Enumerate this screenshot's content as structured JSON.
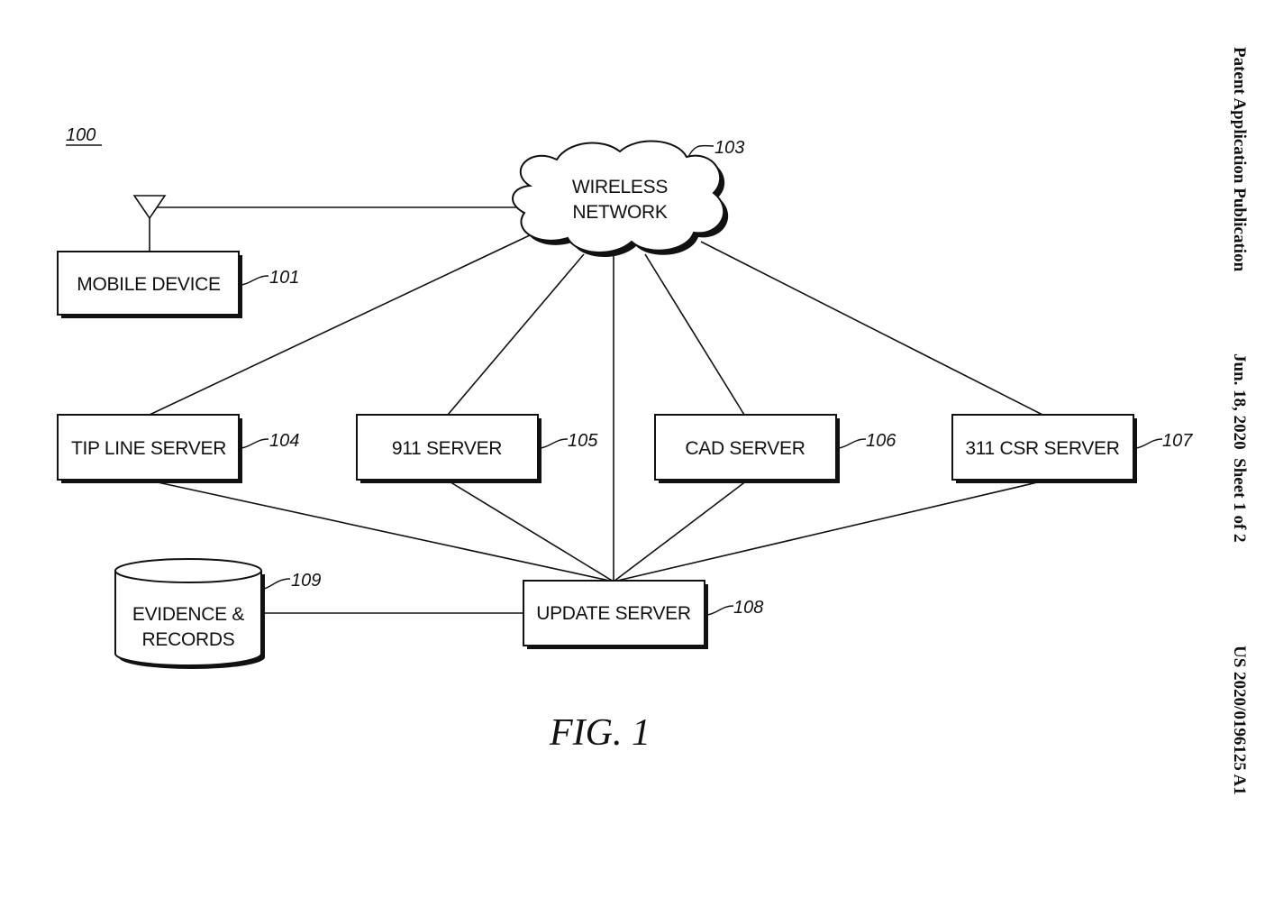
{
  "figure_ref": "100",
  "figure_caption": "FIG. 1",
  "header": {
    "publication": "Patent Application Publication",
    "date_sheet": "Jun. 18, 2020  Sheet 1 of 2",
    "number": "US 2020/0196125 A1"
  },
  "nodes": {
    "mobile_device": {
      "label": "MOBILE DEVICE",
      "ref": "101"
    },
    "wireless_network": {
      "label_line1": "WIRELESS",
      "label_line2": "NETWORK",
      "ref": "103"
    },
    "tip_line_server": {
      "label": "TIP LINE SERVER",
      "ref": "104"
    },
    "server_911": {
      "label": "911 SERVER",
      "ref": "105"
    },
    "cad_server": {
      "label": "CAD SERVER",
      "ref": "106"
    },
    "csr_311_server": {
      "label": "311 CSR SERVER",
      "ref": "107"
    },
    "update_server": {
      "label": "UPDATE SERVER",
      "ref": "108"
    },
    "evidence_records": {
      "label_line1": "EVIDENCE &",
      "label_line2": "RECORDS",
      "ref": "109"
    }
  }
}
